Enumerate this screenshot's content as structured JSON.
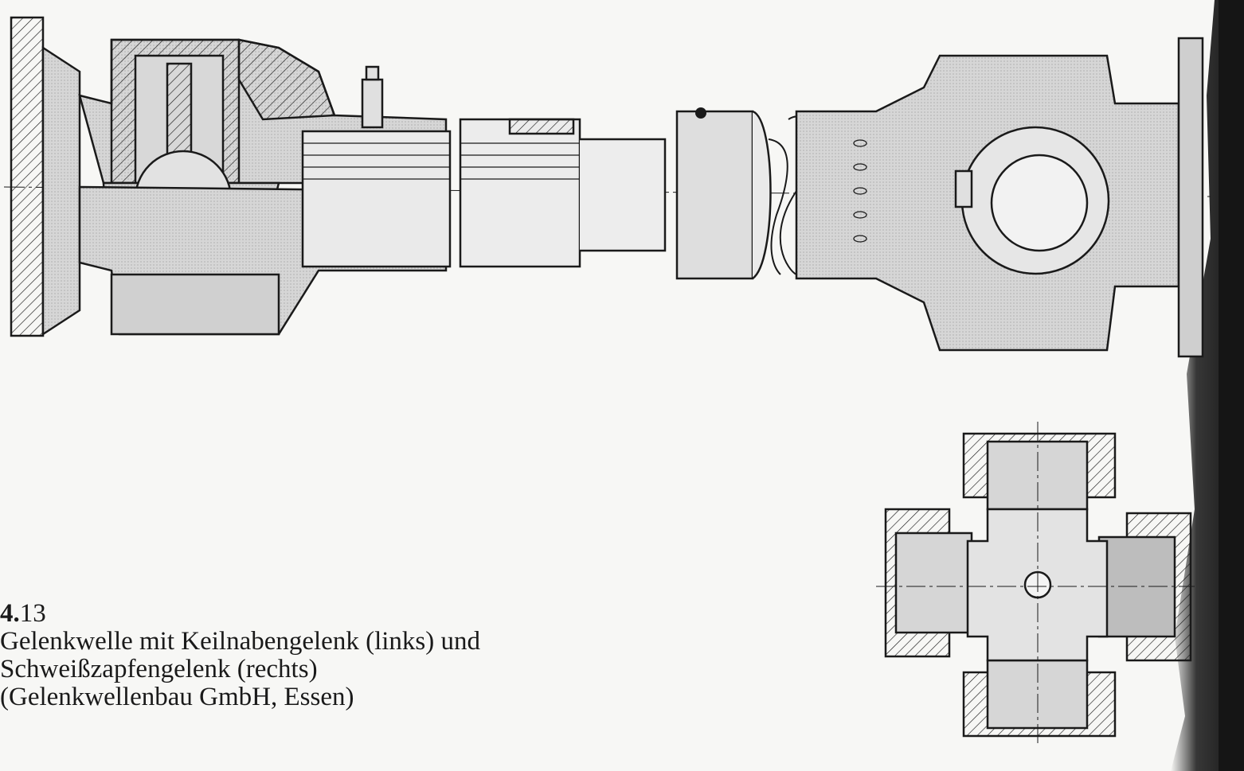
{
  "figure": {
    "number_major": "4.",
    "number_minor": "13",
    "caption_lines": [
      "Gelenkwelle mit Keilnabengelenk (links) und",
      "Schweißzapfengelenk (rechts)",
      "(Gelenkwellenbau GmbH, Essen)"
    ]
  },
  "colors": {
    "line": "#1a1a1a",
    "paper": "#f7f7f5",
    "shade": "#cfcfcf",
    "dark_edge": "#151515"
  }
}
